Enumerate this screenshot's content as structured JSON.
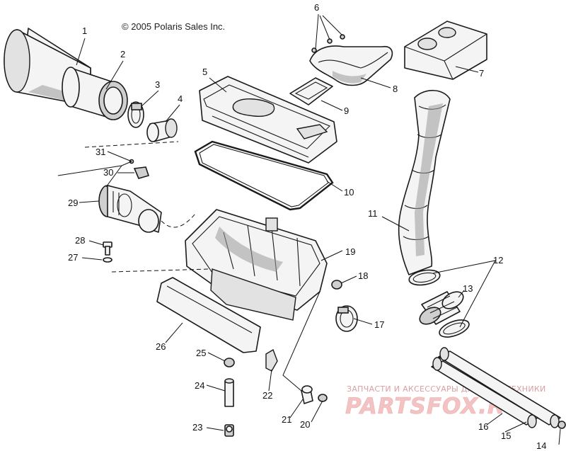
{
  "copyright": "© 2005 Polaris Sales Inc.",
  "watermark": {
    "tagline": "ЗАПЧАСТИ И АКСЕССУАРЫ ДЛЯ МОТОТЕХНИКИ",
    "logo": "PARTSFOX.RU"
  },
  "callouts": [
    "1",
    "2",
    "3",
    "4",
    "5",
    "6",
    "7",
    "8",
    "9",
    "10",
    "11",
    "12",
    "13",
    "14",
    "15",
    "16",
    "17",
    "18",
    "19",
    "20",
    "21",
    "22",
    "23",
    "24",
    "25",
    "26",
    "27",
    "28",
    "29",
    "30",
    "31"
  ],
  "colors": {
    "ink": "#1a1a1a",
    "watermark": "#f3c3c3"
  }
}
